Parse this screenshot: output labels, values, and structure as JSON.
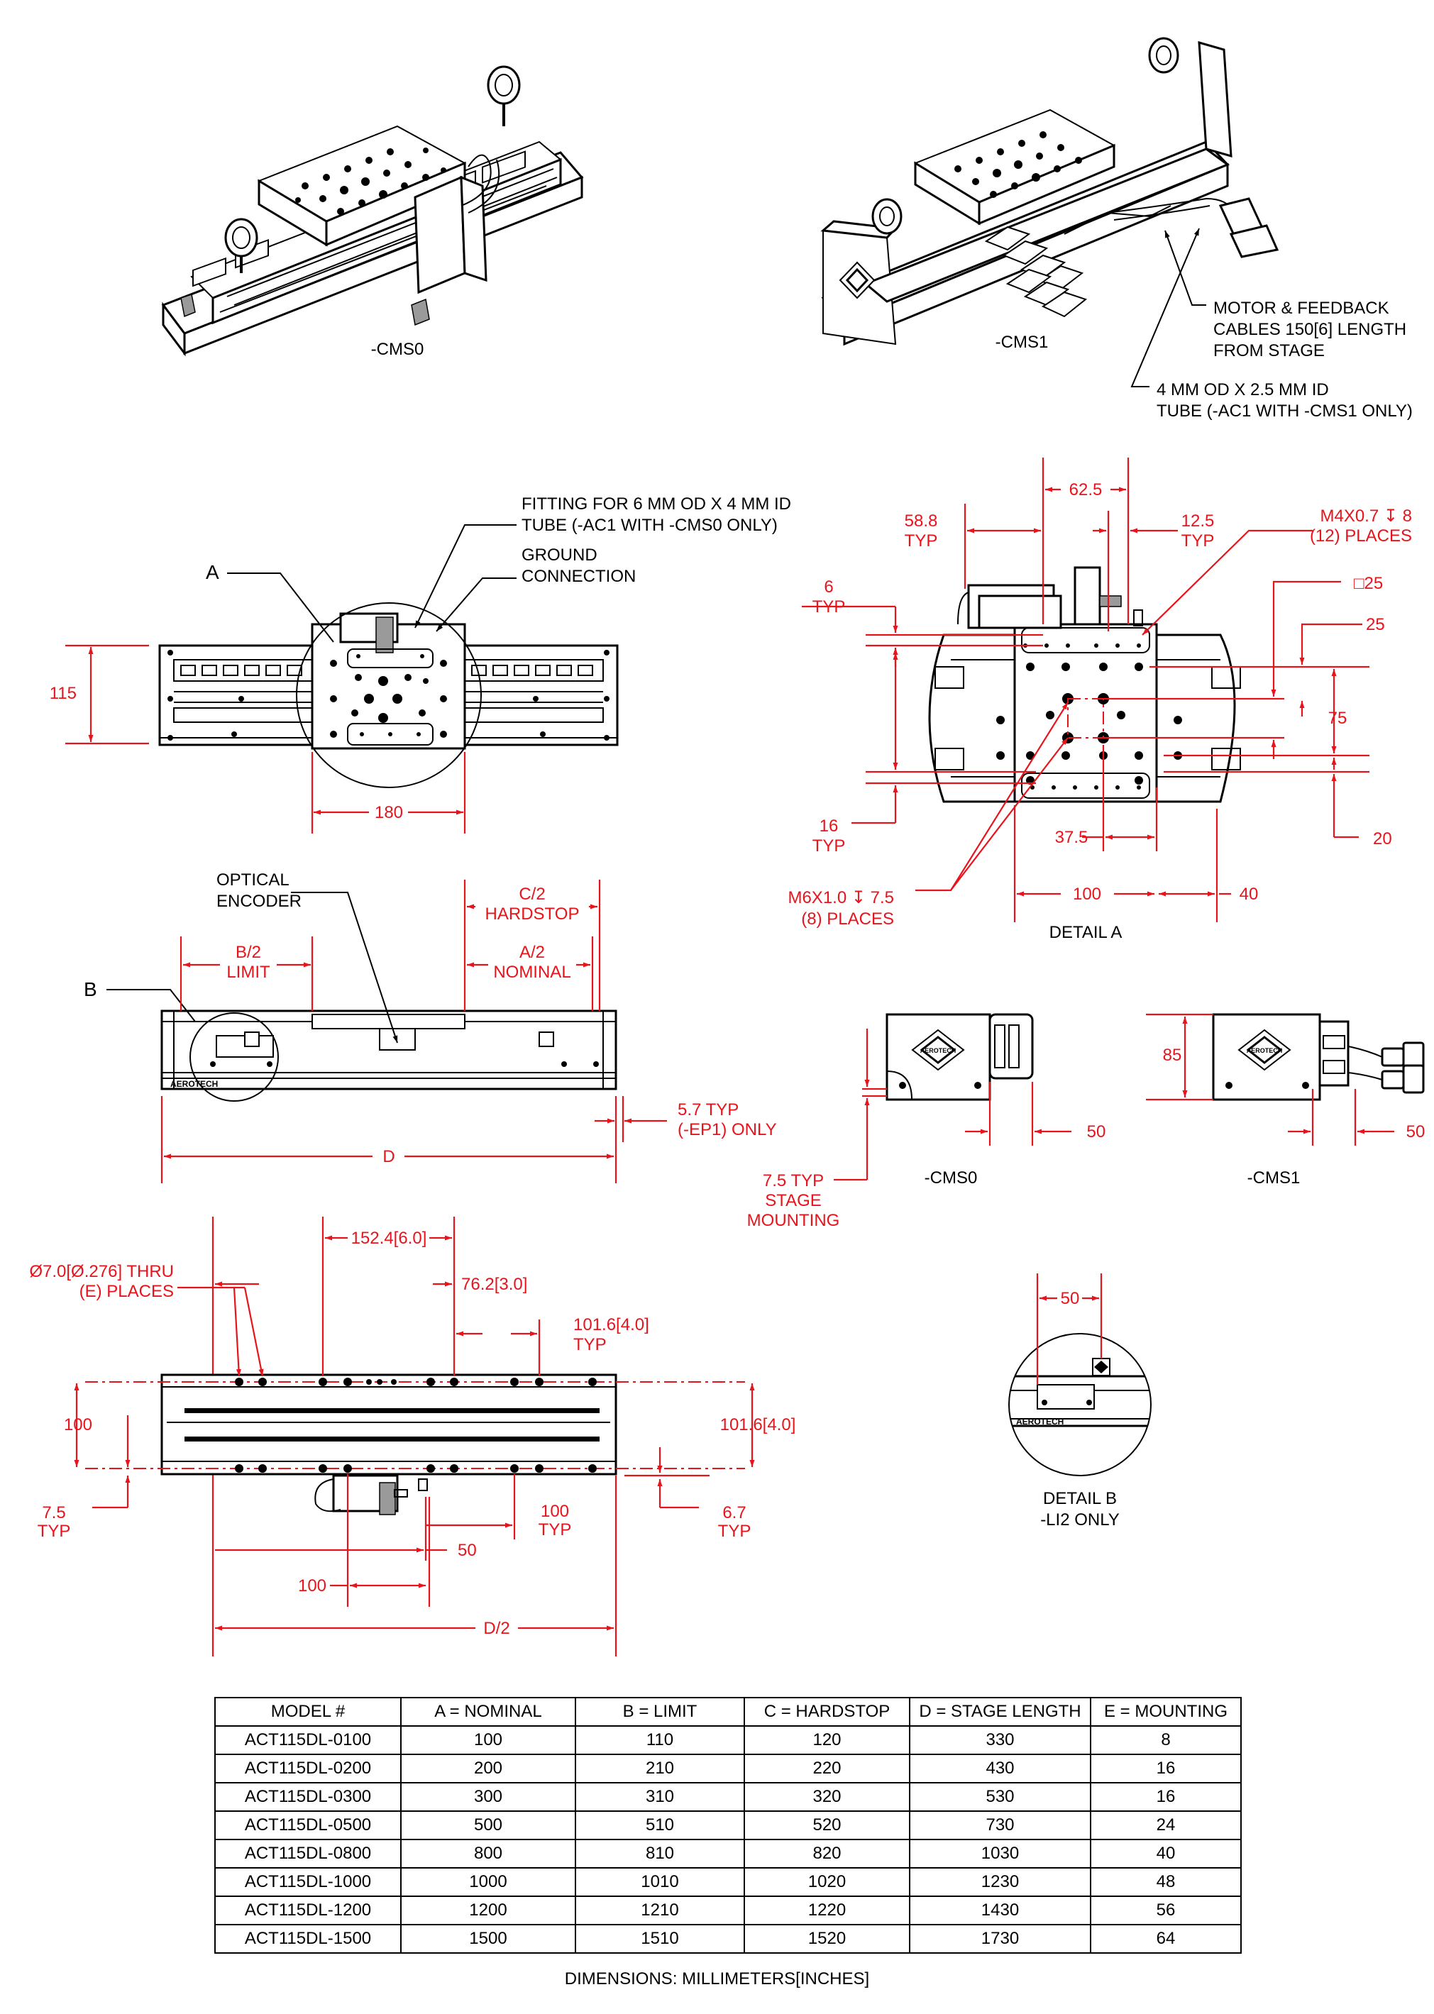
{
  "views": {
    "iso_cms0": "-CMS0",
    "iso_cms1": "-CMS1",
    "side_cms0": "-CMS0",
    "side_cms1": "-CMS1",
    "detail_a": "DETAIL A",
    "detail_b": [
      "DETAIL B",
      "-LI2 ONLY"
    ]
  },
  "callouts": {
    "motor_cables": [
      "MOTOR & FEEDBACK",
      "CABLES 150[6] LENGTH",
      "FROM STAGE"
    ],
    "tube_cms1": [
      "4 MM OD X 2.5 MM ID",
      "TUBE (-AC1 WITH -CMS1 ONLY)"
    ],
    "fitting_cms0": [
      "FITTING FOR 6 MM OD X 4 MM ID",
      "TUBE (-AC1 WITH -CMS0 ONLY)"
    ],
    "ground": [
      "GROUND",
      "CONNECTION"
    ],
    "optical_encoder": [
      "OPTICAL",
      "ENCODER"
    ],
    "label_a": "A",
    "label_b": "B"
  },
  "dimensions": {
    "top_height": "115",
    "top_width": "180",
    "c2": [
      "C/2",
      "HARDSTOP"
    ],
    "b2": [
      "B/2",
      "LIMIT"
    ],
    "a2": [
      "A/2",
      "NOMINAL"
    ],
    "ep1": [
      "5.7 TYP",
      "(-EP1) ONLY"
    ],
    "d_len": "D",
    "detail_a": {
      "d625": "62.5",
      "d588": [
        "58.8",
        "TYP"
      ],
      "d125": [
        "12.5",
        "TYP"
      ],
      "m4": [
        "M4X0.7 ↧ 8",
        "(12) PLACES"
      ],
      "d6": [
        "6",
        "TYP"
      ],
      "sq25": "□25",
      "d25": "25",
      "d75": "75",
      "d16": [
        "16",
        "TYP"
      ],
      "d375": "37.5",
      "d20": "20",
      "m6": [
        "M6X1.0 ↧ 7.5",
        "(8) PLACES"
      ],
      "d100": "100",
      "d40": "40"
    },
    "side": {
      "d85": "85",
      "d50a": "50",
      "d50b": "50",
      "mount": [
        "7.5 TYP",
        "STAGE",
        "MOUNTING"
      ]
    },
    "bottom": {
      "holes": [
        "Ø7.0[Ø.276] THRU",
        "(E) PLACES"
      ],
      "d1524": "152.4[6.0]",
      "d762": "76.2[3.0]",
      "d1016a": [
        "101.6[4.0]",
        "TYP"
      ],
      "d100v": "100",
      "d1016v": "101.6[4.0]",
      "d75": [
        "7.5",
        "TYP"
      ],
      "d67": [
        "6.7",
        "TYP"
      ],
      "d100t": [
        "100",
        "TYP"
      ],
      "d50": "50",
      "d100h": "100",
      "d2": "D/2"
    },
    "detail_b": "50"
  },
  "table": {
    "headers": [
      "MODEL #",
      "A = NOMINAL",
      "B = LIMIT",
      "C = HARDSTOP",
      "D = STAGE LENGTH",
      "E = MOUNTING"
    ],
    "rows": [
      [
        "ACT115DL-0100",
        "100",
        "110",
        "120",
        "330",
        "8"
      ],
      [
        "ACT115DL-0200",
        "200",
        "210",
        "220",
        "430",
        "16"
      ],
      [
        "ACT115DL-0300",
        "300",
        "310",
        "320",
        "530",
        "16"
      ],
      [
        "ACT115DL-0500",
        "500",
        "510",
        "520",
        "730",
        "24"
      ],
      [
        "ACT115DL-0800",
        "800",
        "810",
        "820",
        "1030",
        "40"
      ],
      [
        "ACT115DL-1000",
        "1000",
        "1010",
        "1020",
        "1230",
        "48"
      ],
      [
        "ACT115DL-1200",
        "1200",
        "1210",
        "1220",
        "1430",
        "56"
      ],
      [
        "ACT115DL-1500",
        "1500",
        "1510",
        "1520",
        "1730",
        "64"
      ]
    ]
  },
  "note": "DIMENSIONS:  MILLIMETERS[INCHES]",
  "brand": "AEROTECH",
  "colors": {
    "dimension": "#e8141c",
    "outline": "#000000",
    "background": "#ffffff"
  }
}
